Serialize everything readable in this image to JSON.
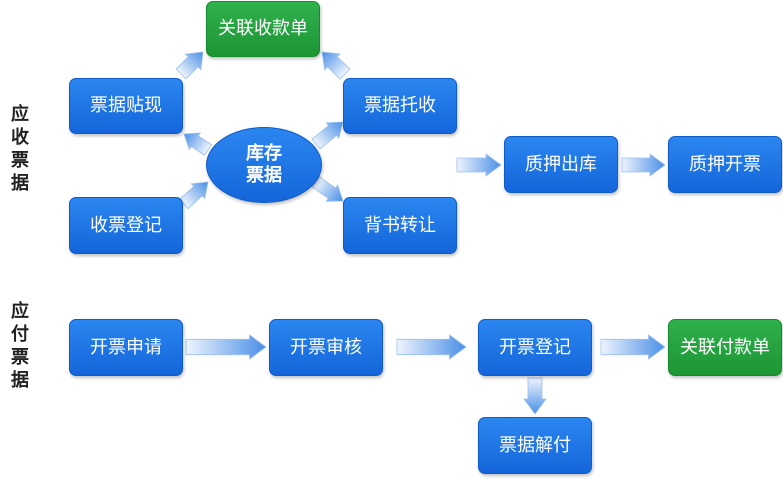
{
  "sections": {
    "receivable_label": "应收票据",
    "payable_label": "应付票据"
  },
  "receivable": {
    "related_receipt": "关联收款单",
    "bill_discount": "票据贴现",
    "bill_collection": "票据托收",
    "inventory_bill": "库存票据",
    "receive_register": "收票登记",
    "endorse_transfer": "背书转让",
    "pledge_out": "质押出库",
    "pledge_issue": "质押开票"
  },
  "payable": {
    "issue_apply": "开票申请",
    "issue_review": "开票审核",
    "issue_register": "开票登记",
    "related_payment": "关联付款单",
    "bill_release": "票据解付"
  },
  "colors": {
    "node_blue": "#1a73e8",
    "node_green": "#22a03d",
    "arrow_light": "#d6e6fb",
    "arrow_dark": "#4a8fe6"
  }
}
